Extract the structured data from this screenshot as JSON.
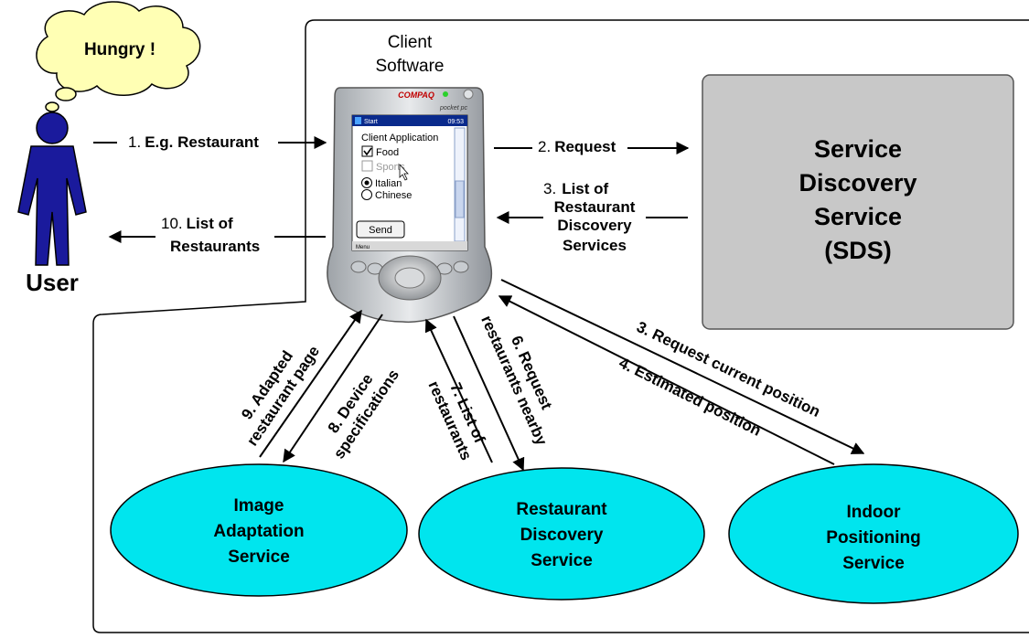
{
  "user": {
    "thought": "Hungry !",
    "label": "User"
  },
  "client": {
    "title_line1": "Client",
    "title_line2": "Software"
  },
  "pda": {
    "brand": "COMPAQ",
    "model": "pocket pc",
    "start": "Start",
    "clock": "09:53",
    "app_title": "Client Application",
    "checkbox_food": "Food",
    "checkbox_sports": "Sports",
    "radio_italian": "Italian",
    "radio_chinese": "Chinese",
    "send": "Send",
    "menu": "Menu"
  },
  "sds": {
    "line1": "Service",
    "line2": "Discovery",
    "line3": "Service",
    "line4": "(SDS)"
  },
  "services": {
    "image": {
      "line1": "Image",
      "line2": "Adaptation",
      "line3": "Service"
    },
    "restaurant": {
      "line1": "Restaurant",
      "line2": "Discovery",
      "line3": "Service"
    },
    "indoor": {
      "line1": "Indoor",
      "line2": "Positioning",
      "line3": "Service"
    }
  },
  "arrows": {
    "a1_num": "1.",
    "a1_text": "E.g. Restaurant",
    "a2_num": "2.",
    "a2_text": "Request",
    "a3_num": "3.",
    "a3_line1": "List of",
    "a3_line2": "Restaurant",
    "a3_line3": "Discovery",
    "a3_line4": "Services",
    "a10_num": "10.",
    "a10_line1": "List of",
    "a10_line2": "Restaurants",
    "a3b": "3. Request current position",
    "a4": "4. Estimated position",
    "a6_line1": "6. Request",
    "a6_line2": "restaurants nearby",
    "a7_line1": "7. List of",
    "a7_line2": "restaurants",
    "a8_line1": "8. Device",
    "a8_line2": "specifications",
    "a9_line1": "9. Adapted",
    "a9_line2": "restaurant page"
  },
  "colors": {
    "ellipse": "#00e5ee",
    "sds_box": "#c8c8c8",
    "user": "#1a1a9c",
    "cloud": "#ffffb4"
  }
}
